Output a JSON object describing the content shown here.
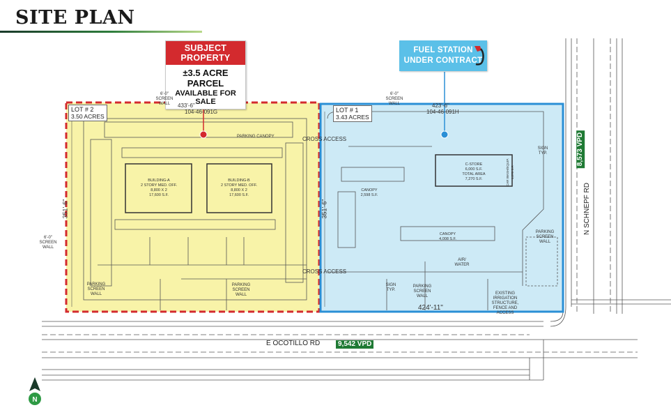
{
  "page": {
    "title": "SITE PLAN"
  },
  "callouts": {
    "subject": {
      "header": "SUBJECT PROPERTY",
      "line1": "±3.5 ACRE PARCEL",
      "line2": "AVAILABLE FOR SALE"
    },
    "fuel": {
      "line1": "FUEL STATION",
      "line2": "UNDER CONTRACT"
    }
  },
  "lots": {
    "lot2": {
      "name": "LOT # 2",
      "acres": "3.50 ACRES",
      "parcel": "104-46-091G",
      "top_dim": "433'-6\"",
      "side_dim": "351'-6\""
    },
    "lot1": {
      "name": "LOT # 1",
      "acres": "3.43 ACRES",
      "parcel": "104-46-091H",
      "top_dim": "423'-6\"",
      "bottom_dim": "424'-11\"",
      "side_dim": "351'-6\""
    }
  },
  "buildings": {
    "a": {
      "name": "BUILDING-A",
      "use": "2 STORY MED. OFF.",
      "size": "8,800 X 2",
      "area": "17,600 S.F."
    },
    "b": {
      "name": "BUILDING-B",
      "use": "2 STORY MED. OFF.",
      "size": "8,800 X 2",
      "area": "17,600 S.F."
    },
    "cstore": {
      "name": "C-STORE",
      "area": "6,000 S.F.",
      "total_label": "TOTAL AREA",
      "total": "7,270 S.F.",
      "wash": "CAR WASH/EQUIP.",
      "wash_area": "1,270 S.F."
    },
    "canopy1": {
      "name": "CANOPY",
      "area": "2,598 S.F."
    },
    "canopy2": {
      "name": "CANOPY",
      "area": "4,008 S.F."
    }
  },
  "labels": {
    "cross_access_1": "CROSS ACCESS",
    "cross_access_2": "CROSS ACCESS",
    "screen_wall_top1": "6'-0\" SCREEN WALL",
    "screen_wall_top2": "6'-0\" SCREEN WALL",
    "screen_wall_left": "6'-0\" SCREEN WALL",
    "parking_canopy": "PARKING CANOPY",
    "parking_screen_wall_1": "PARKING SCREEN WALL",
    "parking_screen_wall_2": "PARKING SCREEN WALL",
    "parking_screen_wall_3": "PARKING SCREEN WALL",
    "parking_screen_wall_4": "PARKING SCREEN WALL",
    "sign_typ_1": "SIGN TYP.",
    "sign_typ_2": "SIGN TYP.",
    "air_water": "AIR/ WATER",
    "irrigation": "EXISTING IRRIGATION STRUCTURE, FENCE AND ACCESS"
  },
  "roads": {
    "ocotillo": {
      "name": "E OCOTILLO RD",
      "vpd": "9,542 VPD"
    },
    "schnepf": {
      "name": "N SCHNEPF RD",
      "vpd": "8,573 VPD"
    }
  },
  "colors": {
    "lot2_fill": "#f8f3a8",
    "lot2_border": "#d32a2e",
    "lot1_fill": "#cdeaf6",
    "lot1_border": "#2a8fd6",
    "vpd": "#1f7a34"
  },
  "icons": {
    "north": "north-arrow-icon",
    "fuel": "fuel-pump-icon"
  }
}
